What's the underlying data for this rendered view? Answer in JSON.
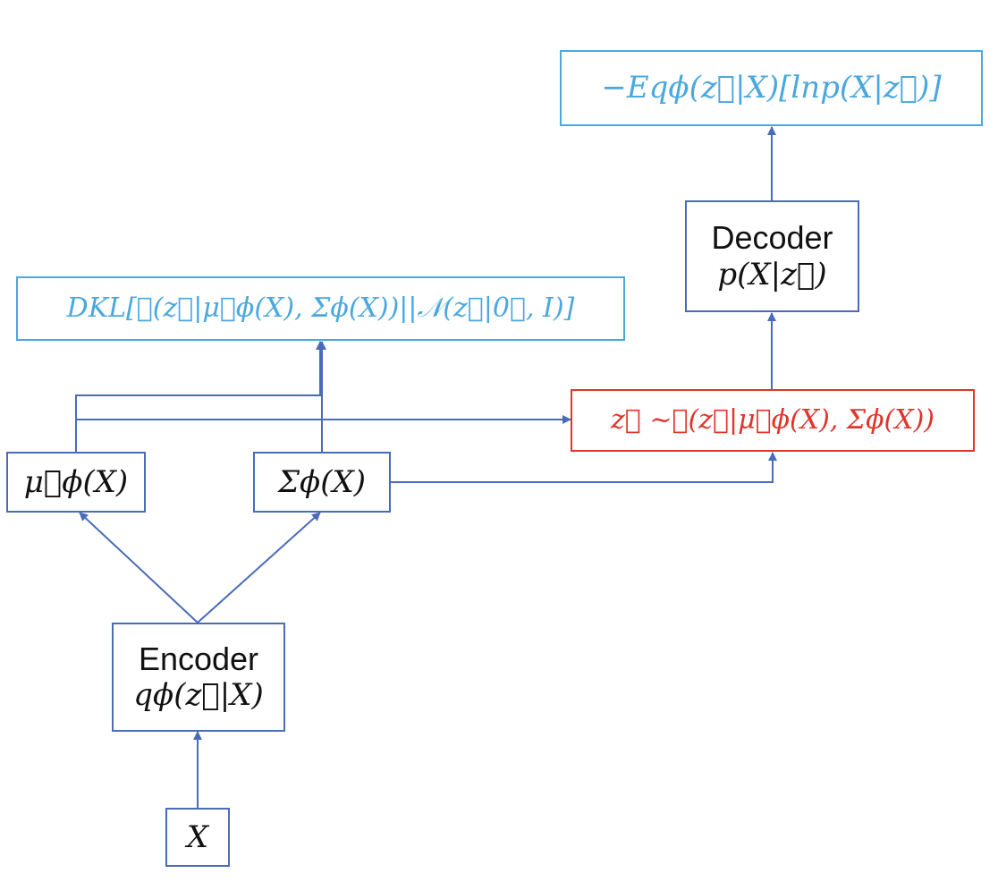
{
  "colors": {
    "box_border": "#4a6cb8",
    "loss_border": "#4aa8de",
    "sample_border": "#e0352b",
    "arrow": "#4a6cb8"
  },
  "input": {
    "label": "X"
  },
  "encoder": {
    "title": "Encoder",
    "formula": "qϕ(z⃗|X)"
  },
  "mu": {
    "formula": "μ⃗ϕ(X)"
  },
  "sigma": {
    "formula": "Σϕ(X)"
  },
  "kl_term": {
    "formula": "DKL[𝒩(z⃗|μ⃗ϕ(X), Σϕ(X))||𝒩(z⃗|0⃗, I)]"
  },
  "sample": {
    "formula": "z⃗ ~𝒩(z⃗|μ⃗ϕ(X), Σϕ(X))"
  },
  "decoder": {
    "title": "Decoder",
    "formula": "p(X|z⃗)"
  },
  "recon_term": {
    "formula": "−Eqϕ(z⃗|X)[lnp(X|z⃗)]"
  }
}
